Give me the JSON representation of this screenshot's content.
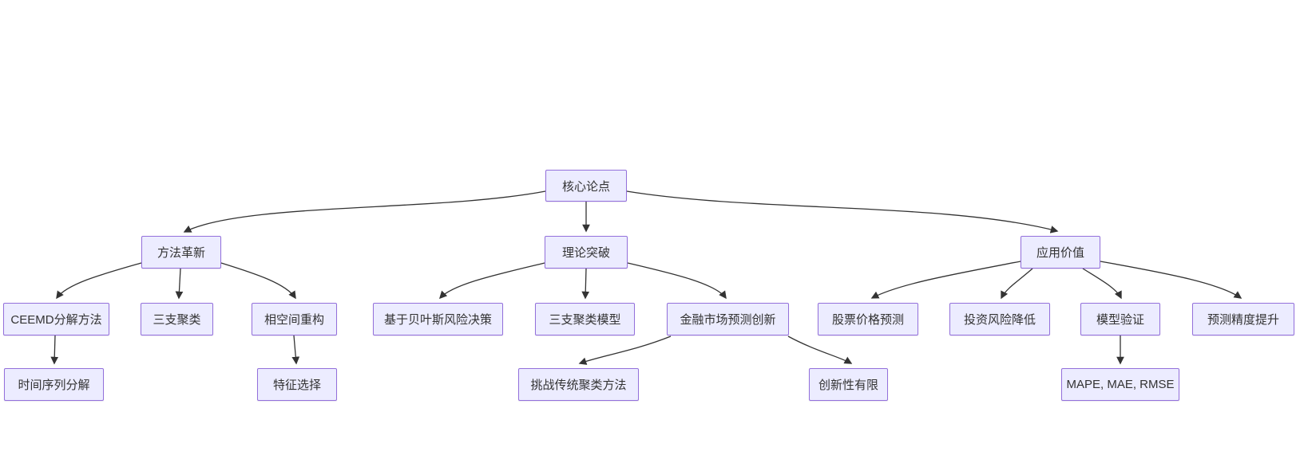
{
  "diagram": {
    "type": "flowchart-top-down",
    "background_color": "#ffffff",
    "node_fill_color": "#ECECFF",
    "node_border_color": "#9370DB",
    "edge_color": "#333333",
    "text_color": "#333333"
  },
  "nodes": {
    "core": {
      "label": "核心论点"
    },
    "method": {
      "label": "方法革新"
    },
    "theory": {
      "label": "理论突破"
    },
    "application": {
      "label": "应用价值"
    },
    "ceemd": {
      "label": "CEEMD分解方法"
    },
    "threeway": {
      "label": "三支聚类"
    },
    "phase": {
      "label": "相空间重构"
    },
    "bayes": {
      "label": "基于贝叶斯风险决策"
    },
    "threewaymodel": {
      "label": "三支聚类模型"
    },
    "finance": {
      "label": "金融市场预测创新"
    },
    "stock": {
      "label": "股票价格预测"
    },
    "risk": {
      "label": "投资风险降低"
    },
    "validation": {
      "label": "模型验证"
    },
    "precision": {
      "label": "预测精度提升"
    },
    "timeseries": {
      "label": "时间序列分解"
    },
    "feature": {
      "label": "特征选择"
    },
    "challenge": {
      "label": "挑战传统聚类方法"
    },
    "limited": {
      "label": "创新性有限"
    },
    "metrics": {
      "label": "MAPE, MAE, RMSE"
    }
  },
  "edges": [
    {
      "from": "core",
      "to": "method"
    },
    {
      "from": "core",
      "to": "theory"
    },
    {
      "from": "core",
      "to": "application"
    },
    {
      "from": "method",
      "to": "ceemd"
    },
    {
      "from": "method",
      "to": "threeway"
    },
    {
      "from": "method",
      "to": "phase"
    },
    {
      "from": "ceemd",
      "to": "timeseries"
    },
    {
      "from": "phase",
      "to": "feature"
    },
    {
      "from": "theory",
      "to": "bayes"
    },
    {
      "from": "theory",
      "to": "threewaymodel"
    },
    {
      "from": "theory",
      "to": "finance"
    },
    {
      "from": "finance",
      "to": "challenge"
    },
    {
      "from": "finance",
      "to": "limited"
    },
    {
      "from": "application",
      "to": "stock"
    },
    {
      "from": "application",
      "to": "risk"
    },
    {
      "from": "application",
      "to": "validation"
    },
    {
      "from": "application",
      "to": "precision"
    },
    {
      "from": "validation",
      "to": "metrics"
    }
  ]
}
